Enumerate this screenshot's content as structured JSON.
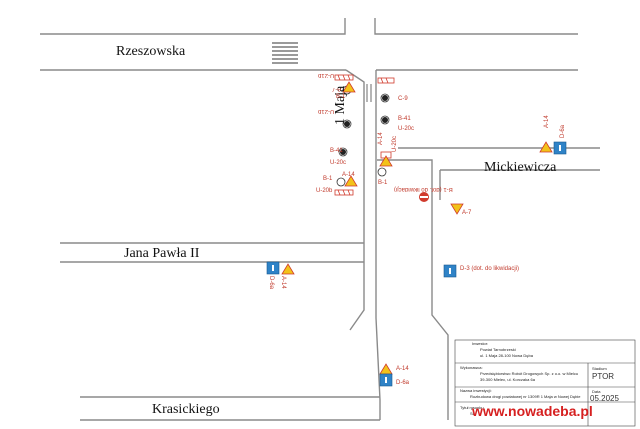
{
  "streets": {
    "rzeszowska": "Rzeszowska",
    "maja": "1 Maja",
    "mickiewicza": "Mickiewicza",
    "jana_pawla": "Jana Pawła II",
    "krasickiego": "Krasickiego"
  },
  "sign_codes": {
    "u21_a": "U-21b",
    "a7": "A-7",
    "b1_top": "B-1",
    "u21_b": "U-21b",
    "c9_top": "C-9",
    "b41_left": "B-41",
    "b41_right": "B-41",
    "u20c_right": "U-20c",
    "u20c_left": "U-20c",
    "b1_left": "B-1",
    "a14_left": "A-14",
    "u20b_left": "U-20b",
    "a14_center": "A-14",
    "u20c_center": "U-20c",
    "b1_center": "B-1",
    "a14_east": "A-14",
    "d6a_east": "D-6a",
    "b1_note": "B-1 (dot. do likwidacji)",
    "a7_east": "A-7",
    "d3_note": "D-3 (dot. do likwidacji)",
    "a14_jp": "A-14",
    "d6a_jp": "D-6a",
    "a14_south": "A-14",
    "d6a_south": "D-6a"
  },
  "title_block": {
    "investor_label": "Inwestor:",
    "investor_name": "Powiat Tarnobrzeski",
    "investor_address": "ul. 1 Maja 28-100 Nowa Dęba",
    "contractor_label": "Wykonawca:",
    "contractor_name": "Przedsiębiorstwo Robót Drogowych Sp. z o.o. w Mielcu",
    "contractor_address": "39-300 Mielec, ul. Korczaka 6a",
    "task_label": "Nazwa inwestycji:",
    "task_name": "Rozbudowa drogi powiatowej nr 1309R 1 Maja w Nowej Dębie",
    "stage_label": "Stadium",
    "stage_value": "PTOR",
    "date_label": "Data",
    "date_value": "05.2025",
    "type_label": "Tytuł rysunku",
    "type_value": "Sc"
  },
  "watermark": "www.nowadeba.pl",
  "colors": {
    "road_line": "#8a8a8a",
    "sign_red": "#d03a2c",
    "sign_blue": "#2f83c7",
    "sign_yellow": "#f2c21a",
    "watermark": "#d62020"
  }
}
